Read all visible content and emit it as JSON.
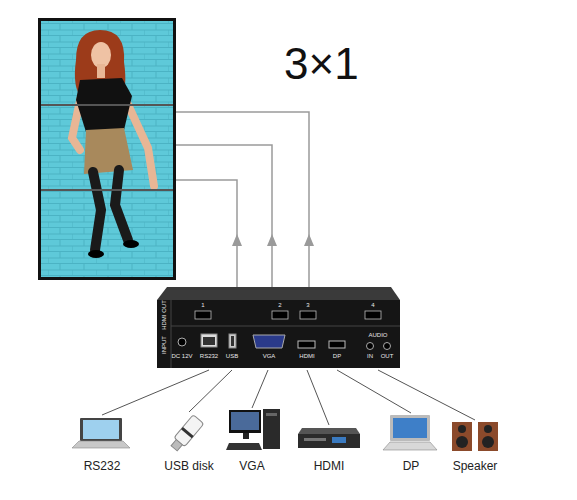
{
  "diagram": {
    "title": "3×1",
    "nodes": [
      {
        "text": [
          "HDMI OUT",
          "1",
          "2",
          "3",
          "4",
          "INPUT",
          "AUDIO",
          "DC 12V",
          "RS232",
          "USB",
          "VGA",
          "HDMI",
          "DP",
          "IN",
          "OUT"
        ]
      },
      {
        "text": [
          "RS232"
        ]
      },
      {
        "text": [
          "USB disk"
        ]
      },
      {
        "text": [
          "VGA"
        ]
      },
      {
        "text": [
          "HDMI"
        ]
      },
      {
        "text": [
          "DP"
        ]
      },
      {
        "text": [
          "Speaker"
        ]
      }
    ],
    "edges": [
      {
        "from": 0,
        "to": 1,
        "arrow": "none"
      },
      {
        "from": 0,
        "to": 2,
        "arrow": "none"
      },
      {
        "from": 0,
        "to": 3,
        "arrow": "none"
      },
      {
        "from": 0,
        "to": 4,
        "arrow": "none"
      },
      {
        "from": 0,
        "to": 5,
        "arrow": "none"
      },
      {
        "from": 0,
        "to": 6,
        "arrow": "none"
      }
    ]
  }
}
